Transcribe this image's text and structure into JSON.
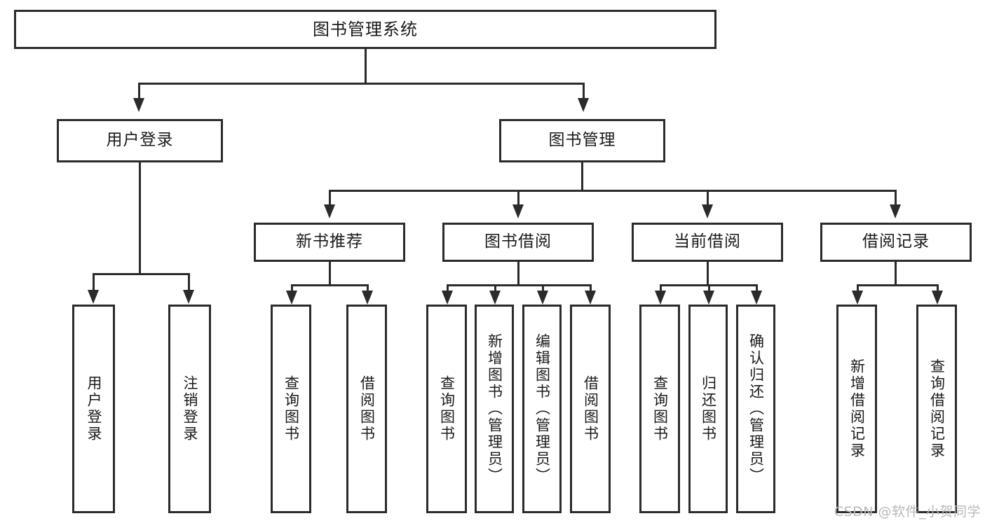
{
  "diagram": {
    "title": "图书管理系统",
    "type": "tree-hierarchy",
    "watermark": "CSDN @软件_小贺同学",
    "colors": {
      "stroke": "#2b2b2b",
      "fill": "#ffffff",
      "text": "#1a1a1a",
      "watermark": "#b9b9b9"
    },
    "root": {
      "label": "图书管理系统"
    },
    "level1": [
      {
        "label": "用户登录"
      },
      {
        "label": "图书管理"
      }
    ],
    "level2": [
      {
        "label": "新书推荐"
      },
      {
        "label": "图书借阅"
      },
      {
        "label": "当前借阅"
      },
      {
        "label": "借阅记录"
      }
    ],
    "leaves": {
      "user_login": [
        {
          "label": "用户登录"
        },
        {
          "label": "注销登录"
        }
      ],
      "new_book": [
        {
          "label": "查询图书"
        },
        {
          "label": "借阅图书"
        }
      ],
      "borrow_book": [
        {
          "label": "查询图书"
        },
        {
          "label": "新增图书（管理员）"
        },
        {
          "label": "编辑图书（管理员）"
        },
        {
          "label": "借阅图书"
        }
      ],
      "current_borrow": [
        {
          "label": "查询图书"
        },
        {
          "label": "归还图书"
        },
        {
          "label": "确认归还（管理员）"
        }
      ],
      "borrow_record": [
        {
          "label": "新增借阅记录"
        },
        {
          "label": "查询借阅记录"
        }
      ]
    }
  }
}
